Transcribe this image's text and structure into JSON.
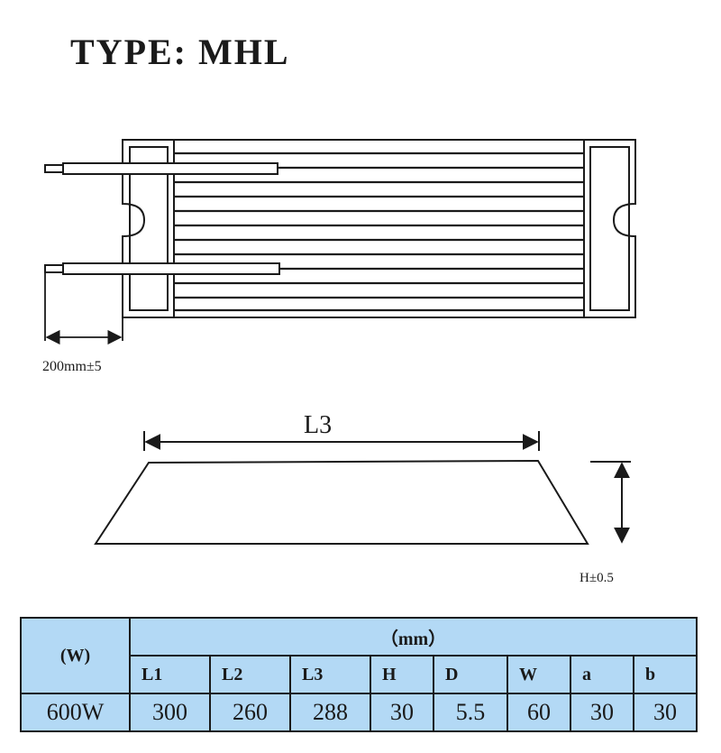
{
  "title": "TYPE: MHL",
  "labels": {
    "lead_length": "200mm±5",
    "length_l3": "L3",
    "height_tolerance": "H±0.5"
  },
  "table": {
    "power_header": "(W)",
    "unit_header": "（mm）",
    "columns": [
      "L1",
      "L2",
      "L3",
      "H",
      "D",
      "W",
      "a",
      "b"
    ],
    "row": {
      "power": "600W",
      "values": [
        "300",
        "260",
        "288",
        "30",
        "5.5",
        "60",
        "30",
        "30"
      ]
    }
  },
  "colors": {
    "table_fill": "#b3d9f5",
    "line": "#1a1a1a"
  }
}
